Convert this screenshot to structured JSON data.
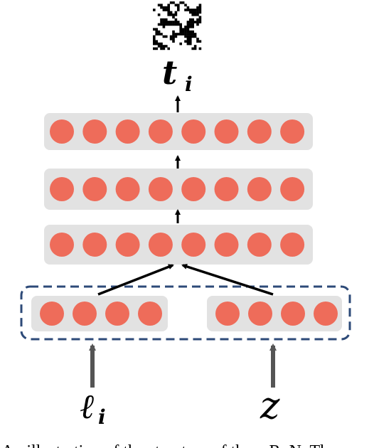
{
  "labels": {
    "output_main": "t",
    "output_sub": "i",
    "input_left_main": "ℓ",
    "input_left_sub": "i",
    "input_right": "z"
  },
  "caption": "An illustration of the structure of the c-RoN. The",
  "colors": {
    "node": "#ee6c5a",
    "layer_bg": "#e2e2e2",
    "dashed_box": "#2d4a78",
    "arrow_dark": "#000000",
    "arrow_input": "#555555"
  },
  "network": {
    "hidden_layers": 3,
    "nodes_per_hidden_layer": 8,
    "input_groups": 2,
    "nodes_per_input_group": 4
  },
  "icons": [
    "noise-texture-icon"
  ]
}
